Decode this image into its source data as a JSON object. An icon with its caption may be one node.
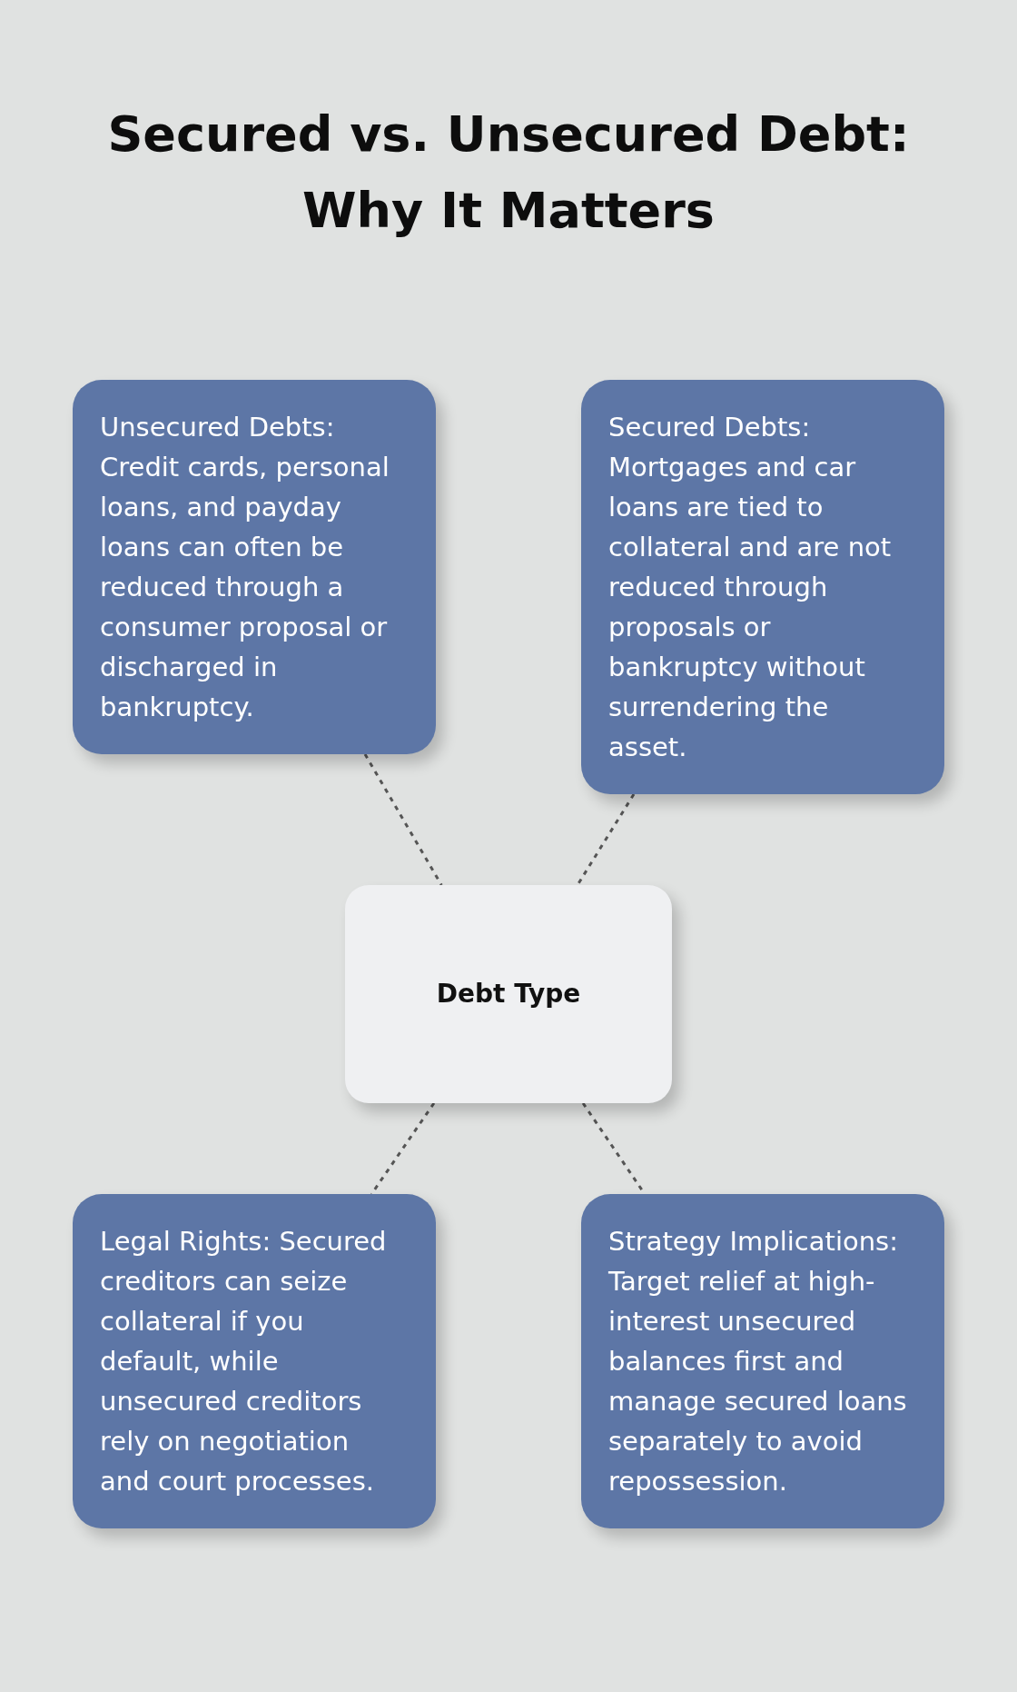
{
  "diagram": {
    "title": "Secured vs. Unsecured Debt: Why It Matters",
    "nodes": [
      {
        "text": [
          "Unsecured Debts: Credit cards, personal loans, and payday loans can often be reduced through a consumer proposal or discharged in bankruptcy."
        ]
      },
      {
        "text": [
          "Secured Debts: Mortgages and car loans are tied to collateral and are not reduced through proposals or bankruptcy without surrendering the asset."
        ]
      },
      {
        "text": [
          "Debt Type"
        ]
      },
      {
        "text": [
          "Legal Rights: Secured creditors can seize collateral if you default, while unsecured creditors rely on negotiation and court processes."
        ]
      },
      {
        "text": [
          "Strategy Implications: Target relief at high-interest unsecured balances first and manage secured loans separately to avoid repossession."
        ]
      }
    ],
    "edges": [
      {
        "from": 0,
        "to": 2,
        "arrow": "none",
        "style": "dashed"
      },
      {
        "from": 1,
        "to": 2,
        "arrow": "none",
        "style": "dashed"
      },
      {
        "from": 2,
        "to": 3,
        "arrow": "none",
        "style": "dashed"
      },
      {
        "from": 2,
        "to": 4,
        "arrow": "none",
        "style": "dashed"
      }
    ]
  }
}
